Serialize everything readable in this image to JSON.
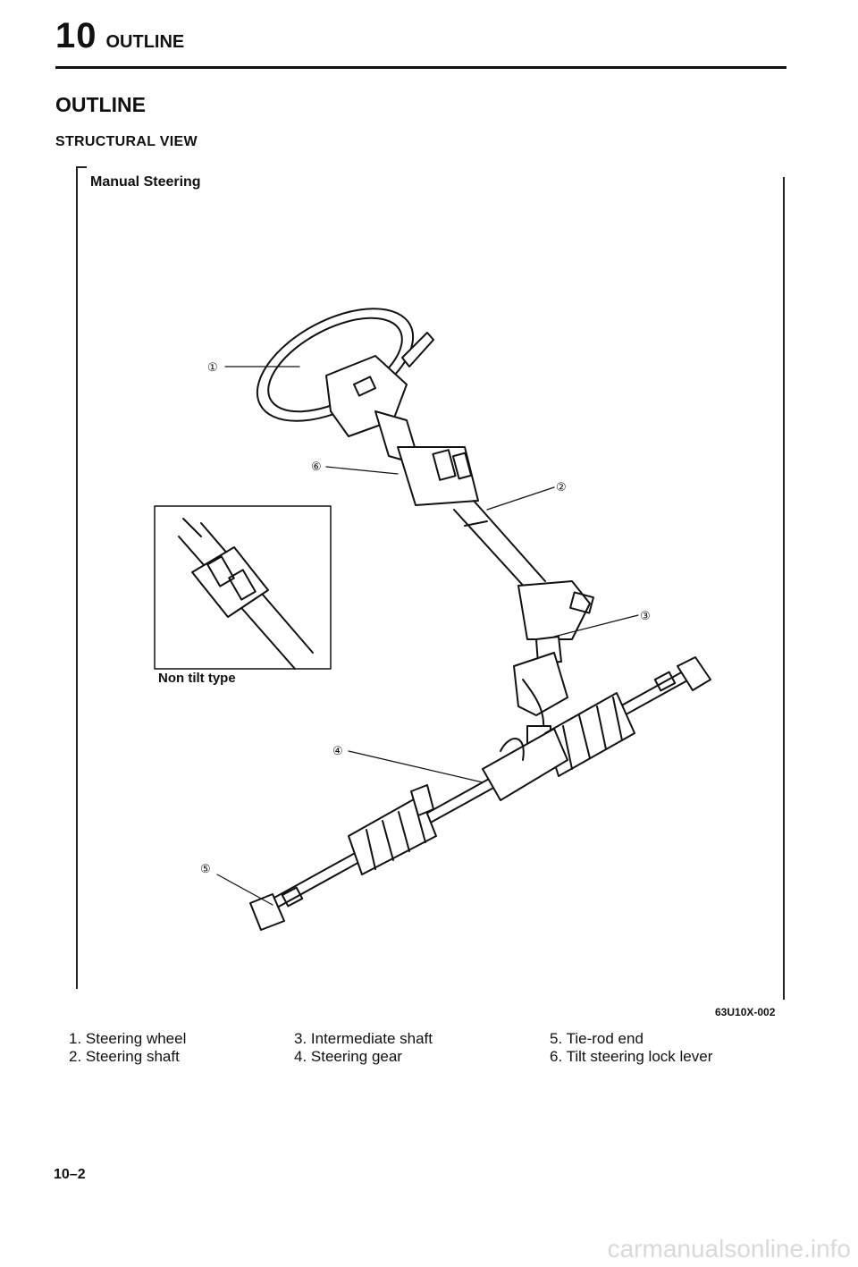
{
  "header": {
    "chapter_number": "10",
    "chapter_title": "OUTLINE"
  },
  "section_title": "OUTLINE",
  "subsection_title": "STRUCTURAL VIEW",
  "figure": {
    "panel_title": "Manual Steering",
    "inset_caption": "Non tilt type",
    "figure_code": "63U10X-002",
    "callouts": [
      "①",
      "②",
      "③",
      "④",
      "⑤",
      "⑥"
    ]
  },
  "legend": {
    "col1": [
      "1. Steering wheel",
      "2. Steering shaft"
    ],
    "col2": [
      "3. Intermediate shaft",
      "4. Steering gear"
    ],
    "col3": [
      "5. Tie-rod end",
      "6. Tilt steering lock lever"
    ]
  },
  "page_number": "10–2",
  "watermark": "carmanualsonline.info"
}
